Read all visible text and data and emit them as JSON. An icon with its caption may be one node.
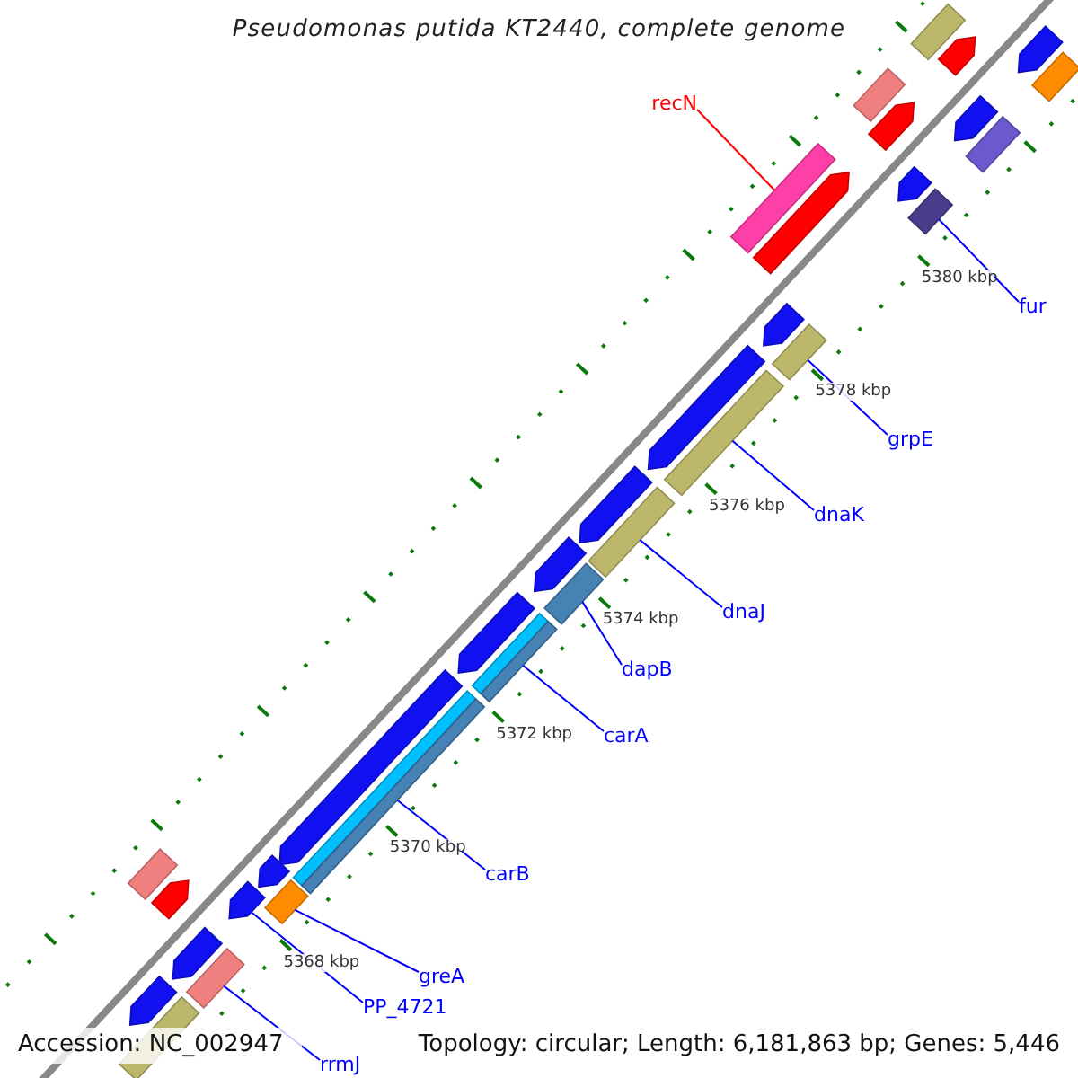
{
  "diagram": {
    "title": "Pseudomonas putida KT2440, complete genome",
    "nodes": [
      {
        "text": [
          "recN"
        ]
      },
      {
        "text": [
          "fur"
        ]
      },
      {
        "text": [
          "grpE"
        ]
      },
      {
        "text": [
          "dnaK"
        ]
      },
      {
        "text": [
          "dnaJ"
        ]
      },
      {
        "text": [
          "dapB"
        ]
      },
      {
        "text": [
          "carA"
        ]
      },
      {
        "text": [
          "carB"
        ]
      },
      {
        "text": [
          "greA"
        ]
      },
      {
        "text": [
          "PP_4721"
        ]
      },
      {
        "text": [
          "rrmJ"
        ]
      },
      {
        "text": [],
        "shape": "pentagon"
      },
      {
        "text": [],
        "shape": "bar"
      },
      {
        "text": [],
        "shape": "pentagon"
      },
      {
        "text": [],
        "shape": "bar"
      },
      {
        "text": [],
        "shape": "pentagon"
      },
      {
        "text": [],
        "shape": "bar"
      },
      {
        "text": [],
        "shape": "bar"
      },
      {
        "text": [],
        "shape": "pentagon"
      },
      {
        "text": [],
        "shape": "pentagon"
      },
      {
        "text": [],
        "shape": "bar"
      },
      {
        "text": [],
        "shape": "bar"
      },
      {
        "text": [],
        "shape": "pentagon"
      },
      {
        "text": [],
        "shape": "pentagon"
      },
      {
        "text": [],
        "shape": "bar"
      },
      {
        "text": [],
        "shape": "pentagon"
      },
      {
        "text": [],
        "shape": "bar"
      },
      {
        "text": [],
        "shape": "pentagon"
      },
      {
        "text": [],
        "shape": "bar"
      },
      {
        "text": [],
        "shape": "pentagon"
      },
      {
        "text": [],
        "shape": "bar"
      },
      {
        "text": [],
        "shape": "pentagon"
      },
      {
        "text": [],
        "shape": "bar"
      },
      {
        "text": [],
        "shape": "pentagon"
      },
      {
        "text": [],
        "shape": "bar"
      },
      {
        "text": [],
        "shape": "pentagon"
      },
      {
        "text": [],
        "shape": "bar"
      },
      {
        "text": [],
        "shape": "pentagon"
      },
      {
        "text": [],
        "shape": "bar"
      },
      {
        "text": [],
        "shape": "pentagon"
      },
      {
        "text": [],
        "shape": "pentagon"
      },
      {
        "text": [],
        "shape": "bar"
      },
      {
        "text": [],
        "shape": "pentagon"
      },
      {
        "text": [],
        "shape": "bar"
      }
    ],
    "edges": [
      {
        "from": 0,
        "to": 21,
        "arrow": "none",
        "color": "#ff0000"
      },
      {
        "from": 1,
        "to": 20,
        "arrow": "none"
      },
      {
        "from": 2,
        "to": 24,
        "arrow": "none"
      },
      {
        "from": 3,
        "to": 26,
        "arrow": "none"
      },
      {
        "from": 4,
        "to": 28,
        "arrow": "none"
      },
      {
        "from": 5,
        "to": 30,
        "arrow": "none"
      },
      {
        "from": 6,
        "to": 32,
        "arrow": "none"
      },
      {
        "from": 7,
        "to": 34,
        "arrow": "none"
      },
      {
        "from": 8,
        "to": 36,
        "arrow": "none"
      },
      {
        "from": 9,
        "to": 37,
        "arrow": "none"
      },
      {
        "from": 10,
        "to": 41,
        "arrow": "none"
      }
    ],
    "labels": [
      "5380 kbp",
      "5378 kbp",
      "5376 kbp",
      "5374 kbp",
      "5372 kbp",
      "5370 kbp",
      "5368 kbp",
      "Accession: NC_002947",
      "Topology: circular; Length: 6,181,863 bp; Genes: 5,446"
    ]
  }
}
